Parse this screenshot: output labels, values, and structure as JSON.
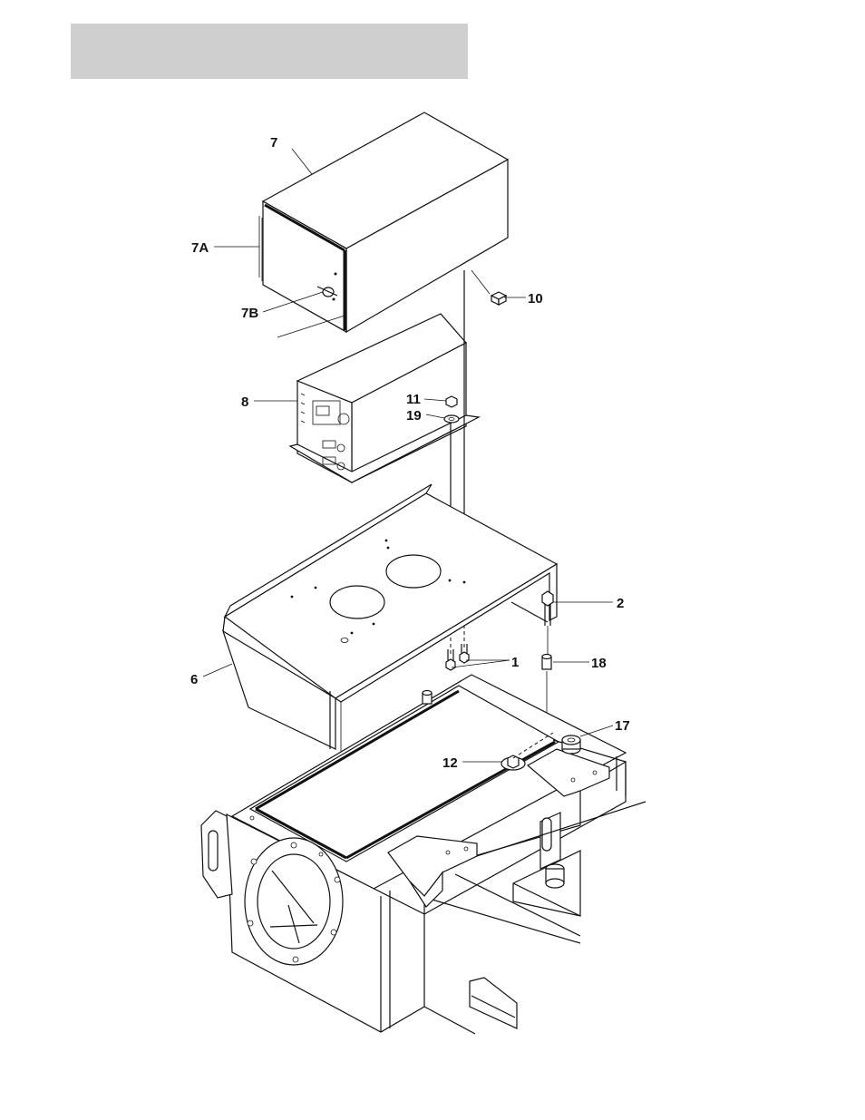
{
  "header": {
    "bar_color": "#cfcfcf"
  },
  "callouts": {
    "c7": "7",
    "c7a": "7A",
    "c7b": "7B",
    "c10": "10",
    "c8": "8",
    "c11": "11",
    "c19": "19",
    "c2": "2",
    "c1": "1",
    "c18": "18",
    "c6": "6",
    "c17": "17",
    "c12": "12"
  },
  "icons": {
    "cover": "cover-box-icon",
    "charger": "charger-box-icon",
    "tray": "tray-plate-icon",
    "frame": "frame-base-icon"
  }
}
